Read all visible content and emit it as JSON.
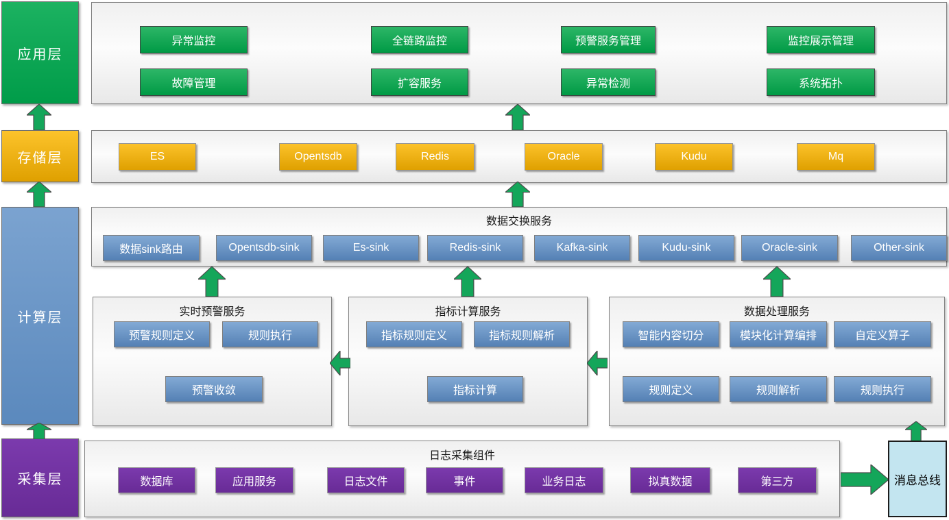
{
  "colors": {
    "green": "#009c49",
    "orange": "#eead00",
    "blue": "#6493c4",
    "purple": "#7030a0",
    "arrow_green": "#14a65a",
    "bus_blue": "#c3e5f0",
    "panel_gray": "#ededed"
  },
  "left_rail": {
    "layers": [
      {
        "id": "application",
        "label": "应用层"
      },
      {
        "id": "storage",
        "label": "存储层"
      },
      {
        "id": "compute",
        "label": "计算层"
      },
      {
        "id": "collect",
        "label": "采集层"
      }
    ]
  },
  "application_panel": {
    "buttons": [
      "异常监控",
      "故障管理",
      "全链路监控",
      "扩容服务",
      "预警服务管理",
      "异常检测",
      "监控展示管理",
      "系统拓扑"
    ]
  },
  "storage_panel": {
    "buttons": [
      "ES",
      "Opentsdb",
      "Redis",
      "Oracle",
      "Kudu",
      "Mq"
    ]
  },
  "exchange_panel": {
    "title": "数据交换服务",
    "buttons": [
      "数据sink路由",
      "Opentsdb-sink",
      "Es-sink",
      "Redis-sink",
      "Kafka-sink",
      "Kudu-sink",
      "Oracle-sink",
      "Other-sink"
    ]
  },
  "realtime_panel": {
    "title": "实时预警服务",
    "buttons": [
      "预警规则定义",
      "规则执行",
      "预警收敛"
    ]
  },
  "metric_panel": {
    "title": "指标计算服务",
    "buttons": [
      "指标规则定义",
      "指标规则解析",
      "指标计算"
    ]
  },
  "dataproc_panel": {
    "title": "数据处理服务",
    "buttons": [
      "智能内容切分",
      "模块化计算编排",
      "自定义算子",
      "规则定义",
      "规则解析",
      "规则执行"
    ]
  },
  "log_panel": {
    "title": "日志采集组件",
    "buttons": [
      "数据库",
      "应用服务",
      "日志文件",
      "事件",
      "业务日志",
      "拟真数据",
      "第三方"
    ]
  },
  "message_bus": {
    "label": "消息总线"
  }
}
